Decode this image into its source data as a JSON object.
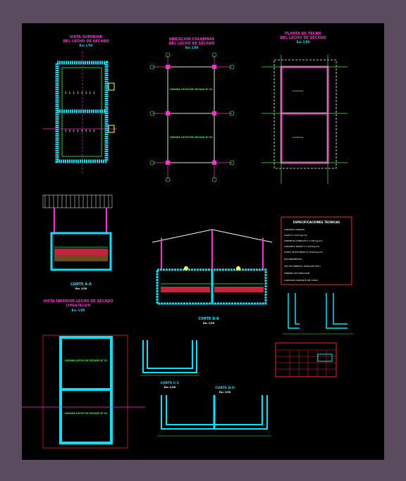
{
  "sheet": {
    "views": {
      "top_plan": {
        "title": "VISTA SUPERIOR",
        "subtitle": "DEL LECHO DE SECADO",
        "scale": "Esc 1/50"
      },
      "columns_plan": {
        "title": "UBICACION COLUMNAS",
        "subtitle": "DEL LECHO DE SECADO",
        "scale": "Esc 1/50"
      },
      "roof_plan": {
        "title": "PLANTA DE TECHO",
        "subtitle": "DEL LECHO DE SECADO",
        "scale": "Esc 1/50"
      },
      "section_aa": {
        "title": "CORTE A-A",
        "scale": "Esc 1/50"
      },
      "lower_plan": {
        "title": "VISTA INFERIOR LECHO DE SECADO",
        "subtitle": "CIMENTACION",
        "scale": "Esc 1/50"
      },
      "section_bb": {
        "title": "CORTE B-B",
        "scale": "Esc 1/50"
      },
      "section_cc": {
        "title": "CORTE C-C",
        "scale": "Esc 1/50"
      },
      "section_dd": {
        "title": "CORTE D-D",
        "scale": "Esc 1/50"
      }
    },
    "chambers": {
      "chamber_1": "CAMARA LECHO DE SECADO N° 01",
      "chamber_2": "CAMARA LECHO DE SECADO N° 02"
    },
    "specs": {
      "title": "ESPECIFICACIONES TECNICAS",
      "lines": [
        "CONCRETO ARMADO",
        "LOSAS  f'c=210 Kg/cm2",
        "CIMIENTOS CORRIDOS  f'c=100 Kg/cm2",
        "CONCRETO SIMPLE  f'c=140 Kg/cm2",
        "ACERO DE REFUERZO  fy=4200 Kg/cm2",
        "RECUBRIMIENTOS",
        "TIPO DE CEMENTO: PORTLAND TIPO I",
        "TERRENO DE FUNDACION",
        "CAPACIDAD PORTANTE DEL SUELO"
      ]
    },
    "colors": {
      "cyan": "#00e5ff",
      "magenta": "#ff2bd6",
      "green": "#33ff33",
      "yellow": "#ffff33",
      "red": "#ff2020",
      "white": "#ffffff"
    }
  }
}
